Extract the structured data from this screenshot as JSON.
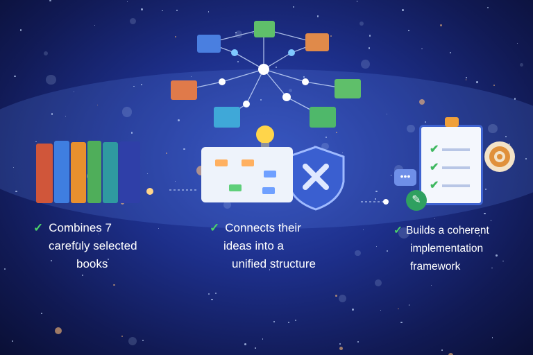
{
  "steps": [
    {
      "line1": "Combines 7",
      "line2": "carefuly selected",
      "line3": "books"
    },
    {
      "line1": "Connects their",
      "line2": "ideas into a",
      "line3": "unified structure"
    },
    {
      "line1": "Builds a coherent",
      "line2": "implementation",
      "line3": "framework"
    }
  ],
  "colors": {
    "check": "#4cd36a",
    "background": "#1d2f8a"
  }
}
